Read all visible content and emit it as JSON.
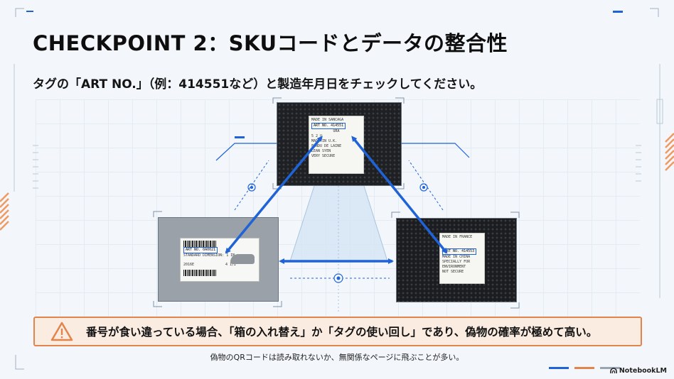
{
  "slide": {
    "title": "CHECKPOINT 2：SKUコードとデータの整合性",
    "subtitle": "タグの「ART NO.」（例：414551など）と製造年月日をチェックしてください。"
  },
  "tag_top": {
    "made_in": "MADE IN SANCAGA",
    "art_no": "ART NO. 414551",
    "size_row": "URA",
    "size_vals": "5     2     U",
    "lines": [
      "MADE IN U.K.",
      "FONDU DE LAINE",
      "LEAN SYEN",
      "VERY SECURE"
    ]
  },
  "tag_right": {
    "made_in": "MADE IN FRANCE",
    "art_no": "ART NO. 414553",
    "lines": [
      "MADE IN CHINA",
      "SPECIALLY FOR",
      "ENVIRONMENT",
      "NOT SECURE"
    ]
  },
  "box_label": {
    "art_no": "ART NO. 0A0021",
    "desc": "STANDARD DIMENSION: 1 IN NO-PATTERN",
    "size_left": "2016E",
    "size_right": "4 1/2"
  },
  "warning": {
    "icon": "warning-triangle-icon",
    "text": "番号が食い違っている場合、「箱の入れ替え」か「タグの使い回し」であり、偽物の確率が極めて高い。"
  },
  "note": "偽物のQRコードは読み取れないか、無関係なページに飛ぶことが多い。",
  "brand": {
    "name": "NotebookLM",
    "icon": "notebooklm-logo-icon"
  },
  "colors": {
    "accent_blue": "#1f63d6",
    "accent_orange": "#e2854d",
    "warning_bg": "#fbece2"
  }
}
